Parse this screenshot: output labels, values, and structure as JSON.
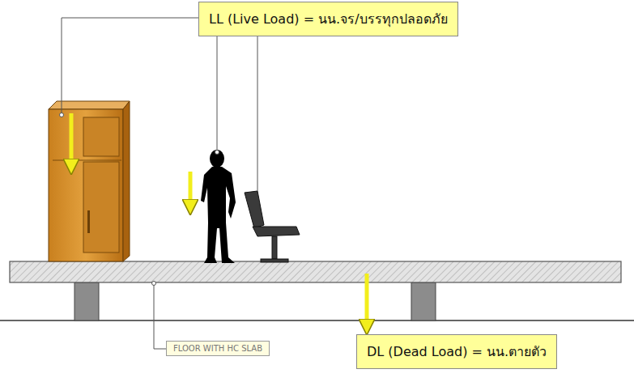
{
  "diagram": {
    "nodes": [
      {
        "text": [
          "LL (Live Load) = นน.จร/บรรทุกปลอดภัย"
        ]
      },
      {
        "text": [
          "FLOOR WITH HC SLAB"
        ]
      },
      {
        "text": [
          "DL (Dead Load) = นน.ตายตัว"
        ]
      }
    ]
  }
}
